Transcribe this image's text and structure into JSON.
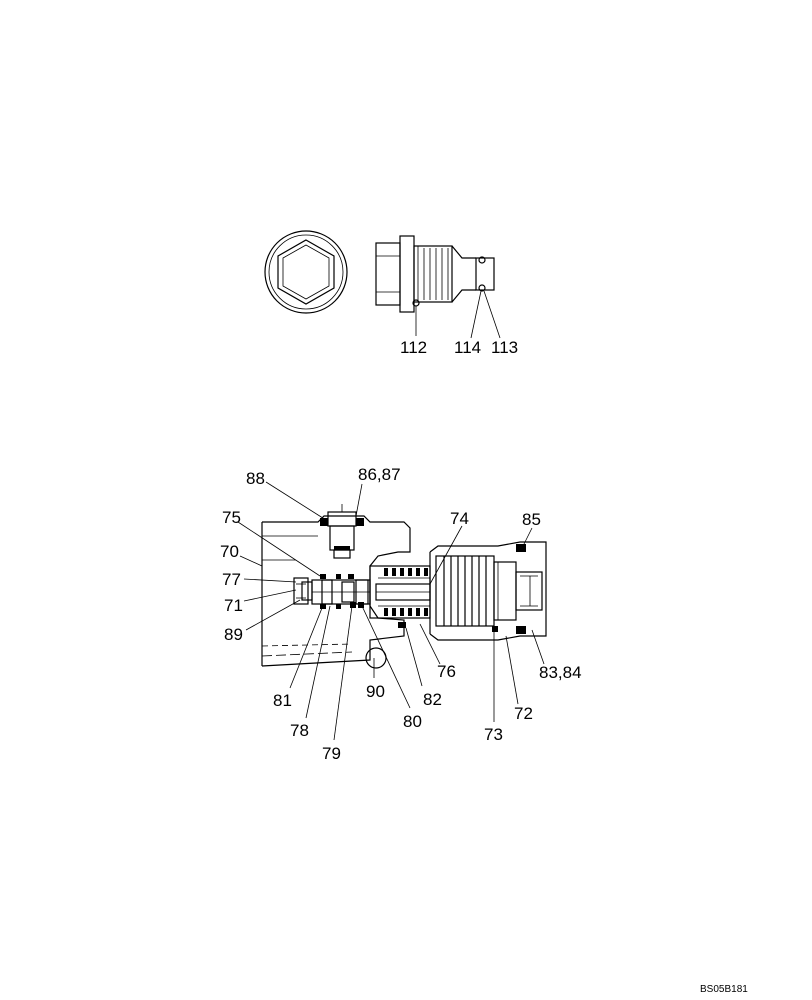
{
  "labels": {
    "l112": "112",
    "l114": "114",
    "l113": "113",
    "l88": "88",
    "l8687": "86,87",
    "l75": "75",
    "l70": "70",
    "l77": "77",
    "l71": "71",
    "l89": "89",
    "l74": "74",
    "l85": "85",
    "l76": "76",
    "l8384": "83,84",
    "l72": "72",
    "l73": "73",
    "l82": "82",
    "l80": "80",
    "l79": "79",
    "l78": "78",
    "l81": "81",
    "l90": "90"
  },
  "drawing_code": "BS05B181"
}
